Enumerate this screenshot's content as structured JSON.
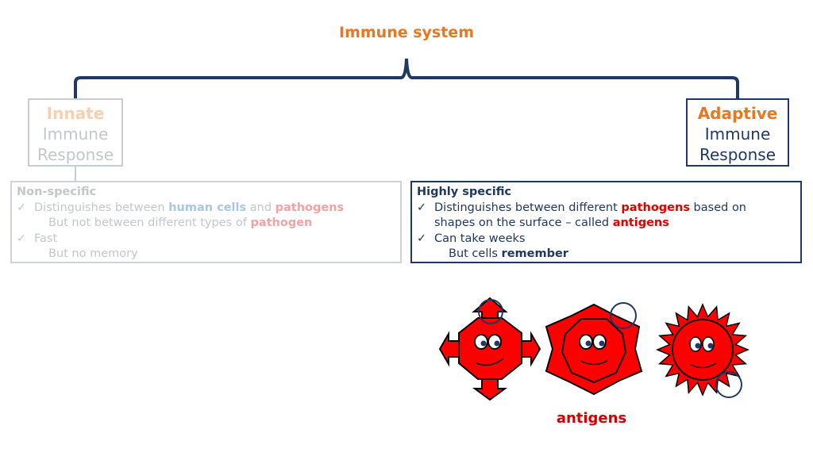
{
  "title": "Immune system",
  "innate": {
    "heading": "Innate",
    "line2": "Immune",
    "line3": "Response",
    "info": {
      "heading": "Non-specific",
      "check1_a": "Distinguishes between ",
      "check1_b": "human cells",
      "check1_c": " and ",
      "check1_d": "pathogens",
      "indent1_a": "But not between different types of ",
      "indent1_b": "pathogen",
      "check2": "Fast",
      "indent2": "But no memory"
    }
  },
  "adaptive": {
    "heading": "Adaptive",
    "line2": "Immune",
    "line3": "Response",
    "info": {
      "heading": "Highly specific",
      "check1_a": "Distinguishes between different ",
      "check1_b": "pathogens",
      "check1_c": " based on",
      "check1_d": "shapes on the surface – called ",
      "check1_e": "antigens",
      "check2": " Can take weeks",
      "indent_a": "But cells ",
      "indent_b": "remember"
    }
  },
  "check_mark": "✓",
  "antigens_label": "antigens",
  "colors": {
    "title_orange": "#e87722",
    "navy": "#1f3864",
    "pathogen_red": "#ff0000",
    "faded_grey": "#c3c6cb"
  }
}
